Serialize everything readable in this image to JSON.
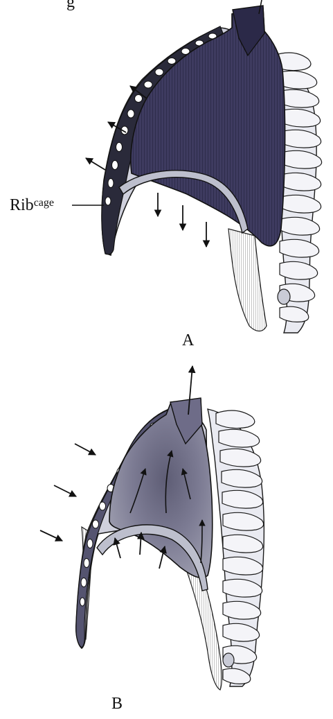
{
  "diagram": {
    "top_partial_label": "g",
    "rib_cage_label": {
      "main": "Rib",
      "small": "cage"
    },
    "panel_a": {
      "label": "A",
      "arrow_direction": "outward"
    },
    "panel_b": {
      "label": "B",
      "arrow_direction": "inward"
    },
    "colors": {
      "line": "#1a1a1a",
      "lung_dark": "#3f3d63",
      "lung_light": "#7b7a8f",
      "bone": "#d9dbe6",
      "paper": "#ffffff"
    }
  }
}
